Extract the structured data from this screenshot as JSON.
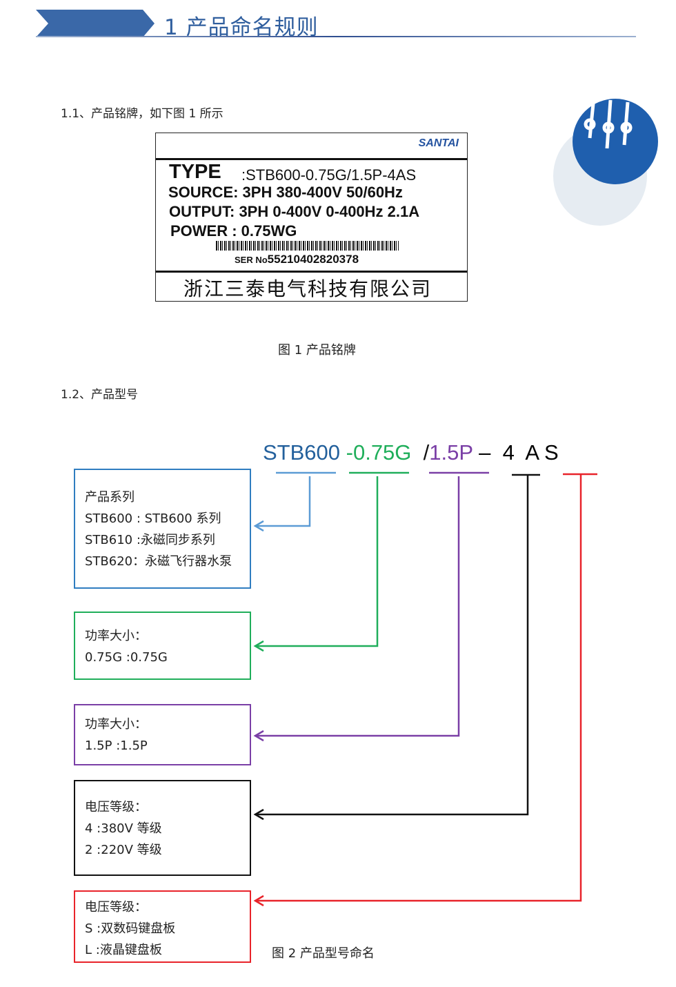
{
  "header": {
    "title": "1 产品命名规则"
  },
  "section1": {
    "heading": "1.1、产品铭牌，如下图 1 所示"
  },
  "nameplate": {
    "logo": "SANTAI",
    "type_label": "TYPE",
    "type_value": ":STB600-0.75G/1.5P-4AS",
    "source": "SOURCE: 3PH 380-400V 50/60Hz",
    "output": "OUTPUT: 3PH 0-400V 0-400Hz  2.1A",
    "power": "POWER  : 0.75WG",
    "ser_label": "SER No",
    "ser_value": "55210402820378",
    "company": "浙江三泰电气科技有限公司"
  },
  "figure1_caption": "图 1  产品铭牌",
  "section2": {
    "heading": "1.2、产品型号"
  },
  "model_code": {
    "series": "STB600",
    "power1": "-0.75G",
    "slash": "/",
    "power2": "1.5P",
    "dash": "–",
    "voltage": "4",
    "a": "A",
    "s": "S"
  },
  "boxes": [
    {
      "lines": [
        "产品系列",
        "STB600  : STB600 系列",
        "STB610  :永磁同步系列",
        "STB620：永磁飞行器水泵"
      ],
      "color": "#2f7dc0"
    },
    {
      "lines": [
        "功率大小：",
        "0.75G  :0.75G"
      ],
      "color": "#1fae5a"
    },
    {
      "lines": [
        "功率大小：",
        "1.5P  :1.5P"
      ],
      "color": "#7a3fa6"
    },
    {
      "lines": [
        "电压等级：",
        "4  :380V 等级",
        "2  :220V 等级"
      ],
      "color": "#111111"
    },
    {
      "lines": [
        "电压等级：",
        "S  :双数码键盘板",
        "L  :液晶键盘板"
      ],
      "color": "#e8232a"
    }
  ],
  "figure2_caption": "图 2  产品型号命名"
}
